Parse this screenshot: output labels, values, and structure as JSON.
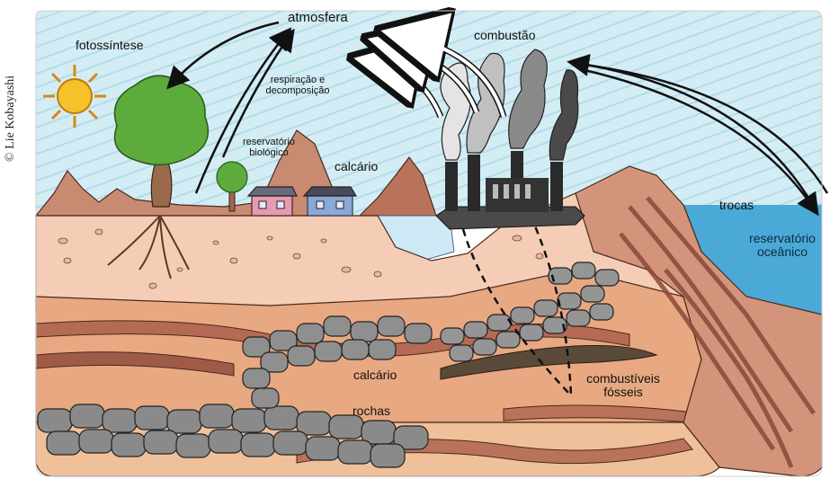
{
  "credit": "© Lie Kobayashi",
  "labels": {
    "atmosfera": "atmosfera",
    "fotossintese": "fotossíntese",
    "combustao": "combustão",
    "respiracao_line1": "respiração e",
    "respiracao_line2": "decomposição",
    "reservatorio_bio_line1": "reservatório",
    "reservatorio_bio_line2": "biológico",
    "calcario_top": "calcário",
    "trocas": "trocas",
    "reservatorio_oceanico_line1": "reservatório",
    "reservatorio_oceanico_line2": "oceânico",
    "calcario_underground": "calcário",
    "rochas": "rochas",
    "combustiveis_line1": "combustíveis",
    "combustiveis_line2": "fósseis"
  },
  "colors": {
    "sky": "#cfeaf2",
    "sky_lines": "#a9d8e6",
    "soil_top": "#f5cdb6",
    "ocean": "#4aa9d6",
    "rock_gray": "#8a8a8a",
    "mountain": "#c98a72",
    "sun": "#f6c22c",
    "tree_green": "#5cab3c",
    "fossil_dark": "#5a4a3a"
  },
  "icons": [
    "sun-icon",
    "tree-icon",
    "house-icon",
    "factory-icon",
    "smoke-icon",
    "arrow-icon"
  ]
}
